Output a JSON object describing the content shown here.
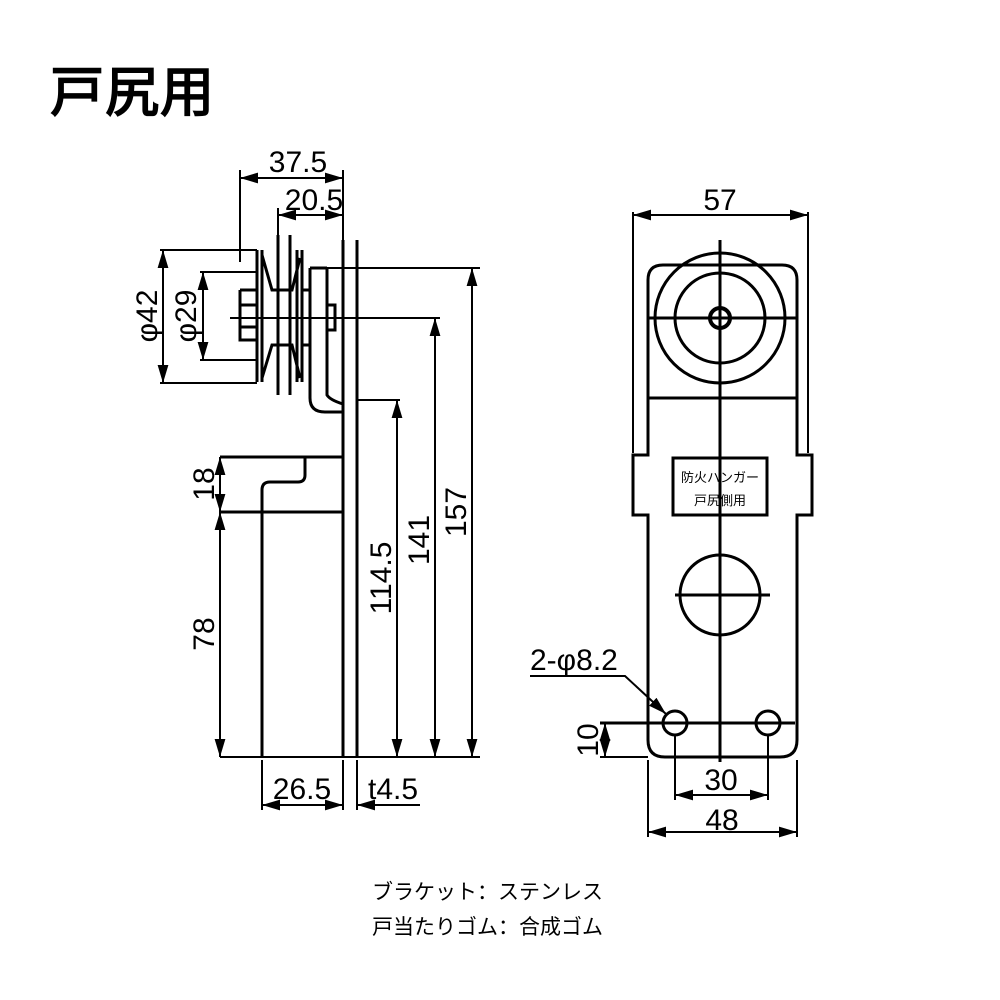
{
  "title": "戸尻用",
  "dimensions": {
    "w37_5": "37.5",
    "w20_5": "20.5",
    "d42": "φ42",
    "d29": "φ29",
    "h18": "18",
    "h78": "78",
    "h114_5": "114.5",
    "h141": "141",
    "h157": "157",
    "w26_5": "26.5",
    "t4_5": "t4.5",
    "w57": "57",
    "hole": "2-φ8.2",
    "h10": "10",
    "w30": "30",
    "w48": "48"
  },
  "plate_label": [
    "防火ハンガー",
    "戸尻側用"
  ],
  "notes": [
    "ブラケット：ステンレス",
    "戸当たりゴム：合成ゴム"
  ]
}
